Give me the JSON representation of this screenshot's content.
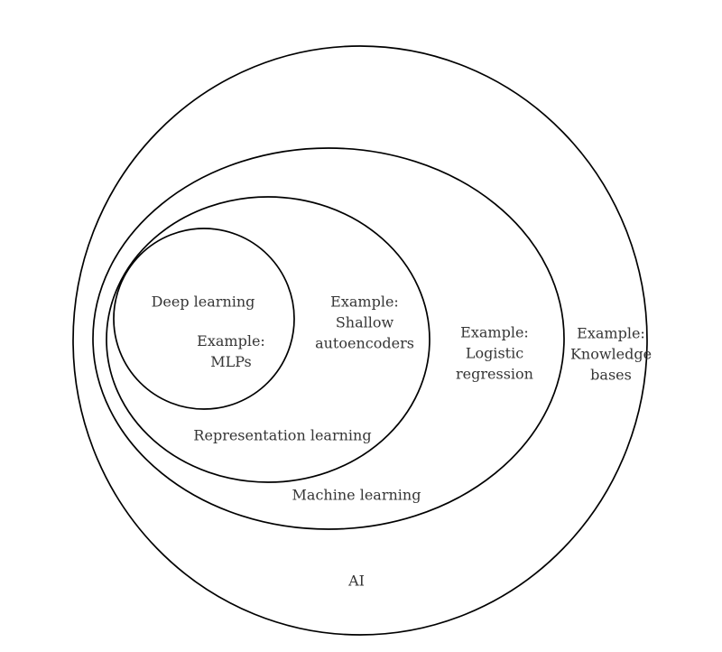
{
  "colors": {
    "background": "#ffffff",
    "line": "#000000",
    "text": "#363636"
  },
  "venn": {
    "sets": [
      {
        "name": "ai",
        "label": "AI",
        "example_lines": [
          "Example:",
          "Knowledge",
          "bases"
        ]
      },
      {
        "name": "machine-learning",
        "label": "Machine learning",
        "example_lines": [
          "Example:",
          "Logistic",
          "regression"
        ]
      },
      {
        "name": "representation-learning",
        "label": "Representation learning",
        "example_lines": [
          "Example:",
          "Shallow",
          "autoencoders"
        ]
      },
      {
        "name": "deep-learning",
        "label": "Deep learning",
        "example_lines": [
          "Example:",
          "MLPs"
        ]
      }
    ]
  }
}
